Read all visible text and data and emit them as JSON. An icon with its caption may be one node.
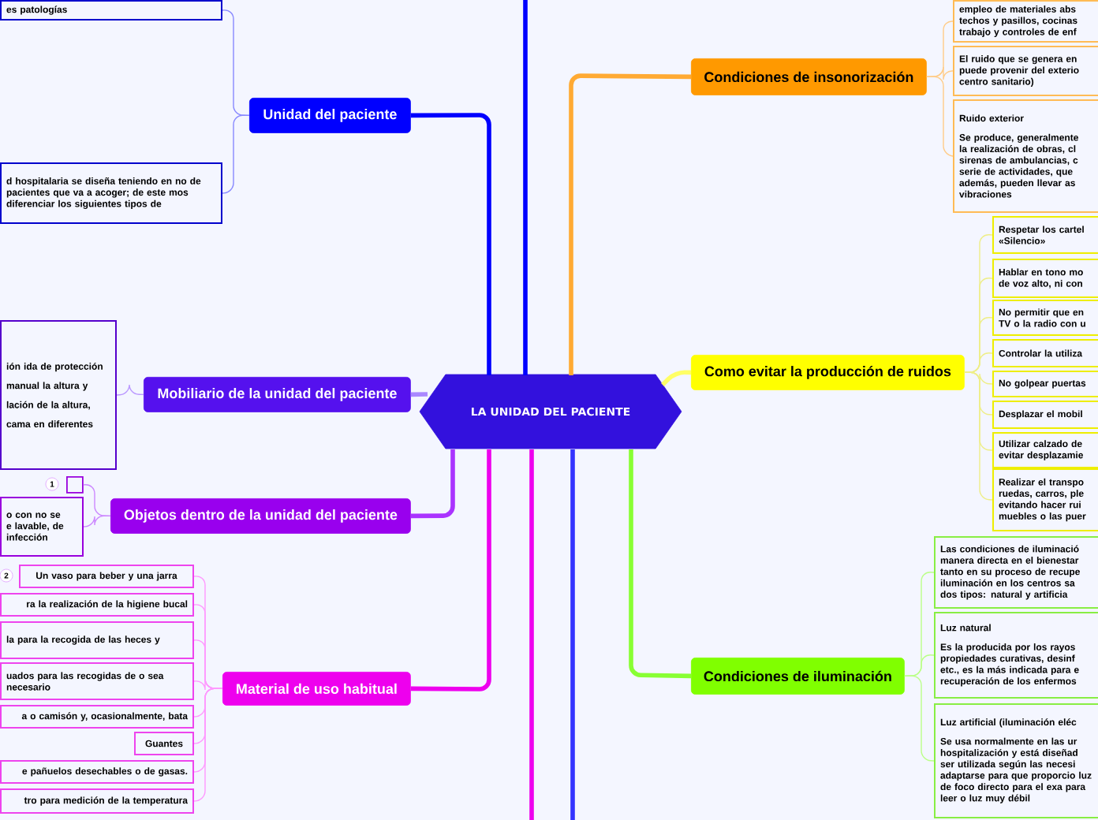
{
  "diagram": {
    "nodes": [
      {
        "text": [
          "LA UNIDAD DEL PACIENTE"
        ]
      },
      {
        "text": [
          "Unidad del paciente"
        ]
      },
      {
        "text": [
          "es patologías"
        ]
      },
      {
        "text": [
          "d hospitalaria se diseña teniendo en no de pacientes que va a acoger; de este mos diferenciar los siguientes tipos de"
        ]
      },
      {
        "text": [
          "Mobiliario de la unidad del paciente"
        ]
      },
      {
        "text": [
          "ión ida de protección",
          "manual la altura y",
          "lación de la altura,",
          "cama en diferentes"
        ]
      },
      {
        "text": [
          "Objetos dentro de la unidad del paciente"
        ]
      },
      {
        "text": [],
        "shape": "box",
        "beside": [
          "1"
        ]
      },
      {
        "text": [
          "o con no se e lavable, de infección"
        ]
      },
      {
        "text": [
          "Material de uso habitual"
        ]
      },
      {
        "text": [
          "Un vaso para beber y una jarra"
        ],
        "beside": [
          "2"
        ]
      },
      {
        "text": [
          "ra la realización de la higiene bucal"
        ]
      },
      {
        "text": [
          "la para la recogida de las heces y"
        ]
      },
      {
        "text": [
          "uados para las recogidas de o sea necesario"
        ]
      },
      {
        "text": [
          "a o camisón y, ocasionalmente, bata"
        ]
      },
      {
        "text": [
          "Guantes"
        ]
      },
      {
        "text": [
          "e pañuelos desechables o de gasas."
        ]
      },
      {
        "text": [
          "tro para medición de la temperatura"
        ]
      },
      {
        "text": [
          "Condiciones de insonorización"
        ]
      },
      {
        "text": [
          "empleo de materiales abs techos y pasillos, cocinas trabajo y controles de enf"
        ]
      },
      {
        "text": [
          "El ruido que se genera en puede provenir del exterio centro sanitario)"
        ]
      },
      {
        "text": [
          "Ruido exterior",
          "Se produce, generalmente la realización de obras, cl sirenas de ambulancias, c serie de actividades, que además, pueden llevar as vibraciones"
        ]
      },
      {
        "text": [
          "Como evitar la producción de ruidos"
        ]
      },
      {
        "text": [
          "Respetar los cartel «Silencio»"
        ]
      },
      {
        "text": [
          "Hablar en tono mo de voz alto, ni con"
        ]
      },
      {
        "text": [
          "No permitir que en TV o la radio con u"
        ]
      },
      {
        "text": [
          "Controlar la utiliza"
        ]
      },
      {
        "text": [
          "No golpear puertas"
        ]
      },
      {
        "text": [
          "Desplazar el mobil"
        ]
      },
      {
        "text": [
          "Utilizar calzado de evitar desplazamie"
        ]
      },
      {
        "text": [
          "Realizar el transpo ruedas, carros, ple evitando hacer rui muebles o las puer"
        ]
      },
      {
        "text": [
          "Condiciones de iluminación"
        ]
      },
      {
        "text": [
          "Las condiciones de iluminació manera directa en el bienestar tanto en su proceso de recupe iluminación en los centros sa dos tipos: natural y artificia"
        ]
      },
      {
        "text": [
          "Luz natural",
          "Es la producida por los rayos propiedades curativas, desinf etc., es la más indicada para e recuperación de los enfermos"
        ]
      },
      {
        "text": [
          "Luz artificial (iluminación eléc",
          "Se usa normalmente en las ur hospitalización y está diseñad ser utilizada según las necesi adaptarse para que proporcio luz de foco directo para el exa para leer o luz muy débil"
        ]
      }
    ],
    "edges": [
      {
        "from": 0,
        "to": 1,
        "arrow": "none",
        "style": "thick",
        "color": "#0000ff"
      },
      {
        "from": 0,
        "to": 4,
        "arrow": "none",
        "style": "thick",
        "color": "#aa88ff"
      },
      {
        "from": 0,
        "to": 6,
        "arrow": "none",
        "style": "thick",
        "color": "#aa33ff"
      },
      {
        "from": 0,
        "to": 9,
        "arrow": "none",
        "style": "thick",
        "color": "#ee00ee"
      },
      {
        "from": 0,
        "to": 18,
        "arrow": "none",
        "style": "thick",
        "color": "#ffaa33"
      },
      {
        "from": 0,
        "to": 22,
        "arrow": "none",
        "style": "thick",
        "color": "#ffff66"
      },
      {
        "from": 0,
        "to": 31,
        "arrow": "none",
        "style": "thick",
        "color": "#88ff33"
      },
      {
        "from": 0,
        "to": null,
        "arrow": "none",
        "style": "thick",
        "color": "#0000ff"
      },
      {
        "from": 0,
        "to": null,
        "arrow": "none",
        "style": "thick",
        "color": "#ee00ee"
      },
      {
        "from": 0,
        "to": null,
        "arrow": "none",
        "style": "thick",
        "color": "#3333ff"
      },
      {
        "from": 1,
        "to": 2,
        "arrow": "none",
        "color": "#8888ff"
      },
      {
        "from": 1,
        "to": 3,
        "arrow": "none",
        "color": "#8888ff"
      },
      {
        "from": 4,
        "to": 5,
        "arrow": "none",
        "color": "#bb99ff"
      },
      {
        "from": 6,
        "to": 7,
        "arrow": "none",
        "color": "#cc88ff"
      },
      {
        "from": 6,
        "to": 8,
        "arrow": "none",
        "color": "#cc88ff"
      },
      {
        "from": 9,
        "to": 10,
        "arrow": "none",
        "color": "#ff99ff"
      },
      {
        "from": 9,
        "to": 11,
        "arrow": "none",
        "color": "#ff99ff"
      },
      {
        "from": 9,
        "to": 12,
        "arrow": "none",
        "color": "#ff99ff"
      },
      {
        "from": 9,
        "to": 13,
        "arrow": "none",
        "color": "#ff99ff"
      },
      {
        "from": 9,
        "to": 14,
        "arrow": "none",
        "color": "#ff99ff"
      },
      {
        "from": 9,
        "to": 15,
        "arrow": "none",
        "color": "#ff99ff"
      },
      {
        "from": 9,
        "to": 16,
        "arrow": "none",
        "color": "#ff99ff"
      },
      {
        "from": 9,
        "to": 17,
        "arrow": "none",
        "color": "#ff99ff"
      },
      {
        "from": 18,
        "to": 19,
        "arrow": "none",
        "color": "#ffcc88"
      },
      {
        "from": 18,
        "to": 20,
        "arrow": "none",
        "color": "#ffcc88"
      },
      {
        "from": 18,
        "to": 21,
        "arrow": "none",
        "color": "#ffcc88"
      },
      {
        "from": 22,
        "to": 23,
        "arrow": "none",
        "color": "#eeee88"
      },
      {
        "from": 22,
        "to": 24,
        "arrow": "none",
        "color": "#eeee88"
      },
      {
        "from": 22,
        "to": 25,
        "arrow": "none",
        "color": "#eeee88"
      },
      {
        "from": 22,
        "to": 26,
        "arrow": "none",
        "color": "#eeee88"
      },
      {
        "from": 22,
        "to": 27,
        "arrow": "none",
        "color": "#eeee88"
      },
      {
        "from": 22,
        "to": 28,
        "arrow": "none",
        "color": "#eeee88"
      },
      {
        "from": 22,
        "to": 29,
        "arrow": "none",
        "color": "#eeee88"
      },
      {
        "from": 22,
        "to": 30,
        "arrow": "none",
        "color": "#eeee88"
      },
      {
        "from": 31,
        "to": 32,
        "arrow": "none",
        "color": "#bbff88"
      },
      {
        "from": 31,
        "to": 33,
        "arrow": "none",
        "color": "#bbff88"
      },
      {
        "from": 31,
        "to": 34,
        "arrow": "none",
        "color": "#bbff88"
      }
    ]
  }
}
